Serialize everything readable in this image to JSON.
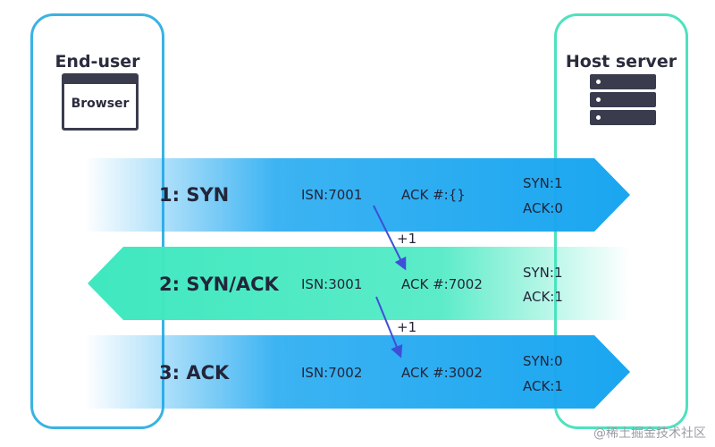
{
  "client": {
    "title": "End-user",
    "browser_label": "Browser",
    "border_color": "#3ab3e3"
  },
  "server": {
    "title": "Host server",
    "border_color": "#4ee2be"
  },
  "steps": [
    {
      "label": "1: SYN",
      "isn": "ISN:7001",
      "ack_num": "ACK #:{}",
      "flag_syn": "SYN:1",
      "flag_ack": "ACK:0",
      "direction": "client-to-server",
      "color": "#1aa6f0"
    },
    {
      "label": "2: SYN/ACK",
      "isn": "ISN:3001",
      "ack_num": "ACK #:7002",
      "flag_syn": "SYN:1",
      "flag_ack": "ACK:1",
      "direction": "server-to-client",
      "color": "#3fe8bf"
    },
    {
      "label": "3: ACK",
      "isn": "ISN:7002",
      "ack_num": "ACK #:3002",
      "flag_syn": "SYN:0",
      "flag_ack": "ACK:1",
      "direction": "client-to-server",
      "color": "#1aa6f0"
    }
  ],
  "increments": [
    {
      "label": "+1"
    },
    {
      "label": "+1"
    }
  ],
  "watermark": "@稀土掘金技术社区"
}
